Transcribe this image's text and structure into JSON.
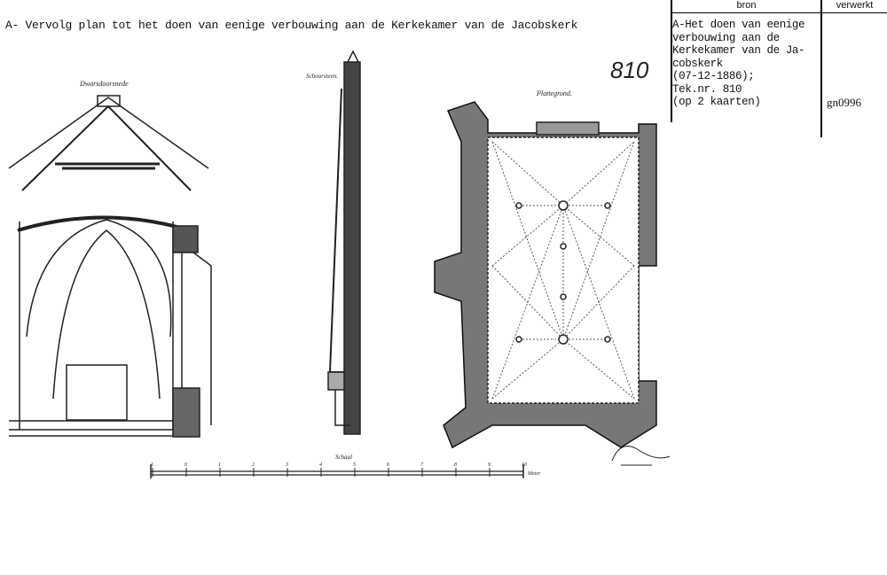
{
  "title": "A- Vervolg plan tot het doen van eenige verbouwing aan de Kerkekamer van de Jacobskerk",
  "table": {
    "headers": {
      "bron": "bron",
      "verwerkt": "verwerkt"
    },
    "bron_lines": [
      "A-Het doen van eenige",
      "verbouwing aan de",
      "Kerkekamer van de Ja-",
      "cobskerk",
      "(07-12-1886);",
      "Tek.nr. 810",
      "(op 2 kaarten)"
    ],
    "verwerkt": "gn0996"
  },
  "drawing": {
    "number": "810",
    "labels": {
      "section": "Dwarsdoorsnede",
      "chimney": "Schoorsteen.",
      "plan": "Plattegrond.",
      "scale": "Schaal",
      "scale_unit": "Meter"
    },
    "scale_ticks": [
      "1",
      "0",
      "1",
      "2",
      "3",
      "4",
      "5",
      "6",
      "7",
      "8",
      "9",
      "10"
    ]
  }
}
